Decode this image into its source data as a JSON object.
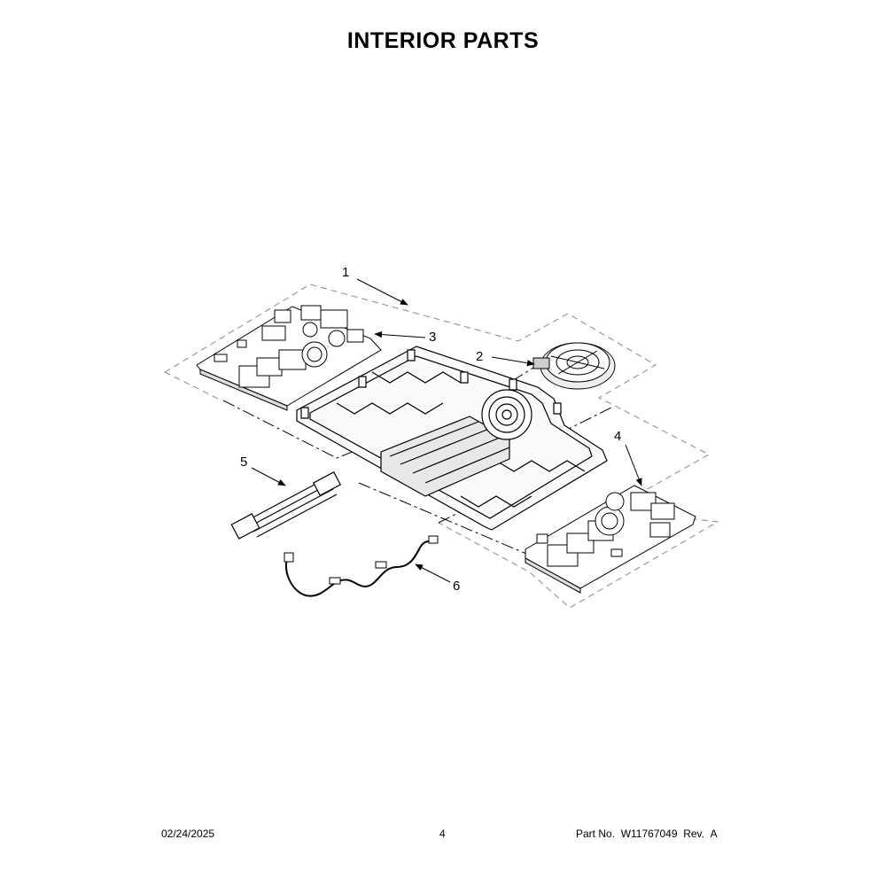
{
  "page": {
    "title": "INTERIOR PARTS"
  },
  "callouts": [
    {
      "id": "1",
      "label": "1"
    },
    {
      "id": "2",
      "label": "2"
    },
    {
      "id": "3",
      "label": "3"
    },
    {
      "id": "4",
      "label": "4"
    },
    {
      "id": "5",
      "label": "5"
    },
    {
      "id": "6",
      "label": "6"
    }
  ],
  "footer": {
    "date": "02/24/2025",
    "page_number": "4",
    "part_label": "Part No.",
    "part_number": "W11767049",
    "rev_label": "Rev.",
    "rev_value": "A"
  },
  "colors": {
    "ink": "#000000",
    "dash": "#888888",
    "fill_light": "#f2f2f2"
  }
}
